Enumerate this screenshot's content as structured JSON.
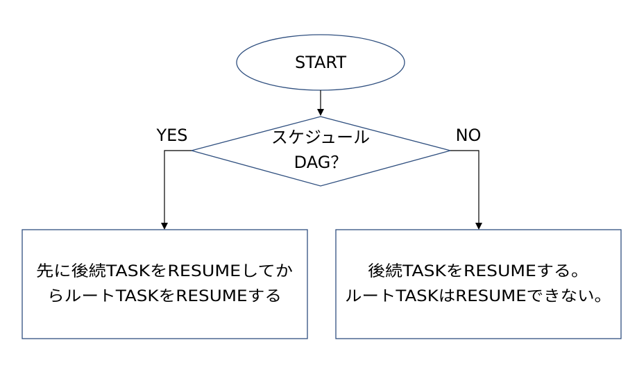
{
  "nodes": {
    "start": {
      "label": "START"
    },
    "decision": {
      "lines": [
        "スケジュール",
        "DAG？"
      ]
    },
    "yes_box": {
      "lines": [
        "先に後続TASKをRESUMEしてか",
        "らルートTASKをRESUMEする"
      ]
    },
    "no_box": {
      "lines": [
        "後続TASKをRESUMEする。",
        "ルートTASKはRESUMEできない。"
      ]
    }
  },
  "edges": {
    "yes_label": "YES",
    "no_label": "NO"
  },
  "colors": {
    "shape_stroke": "#2f4f7f",
    "arrow": "#000000",
    "text": "#000000"
  }
}
